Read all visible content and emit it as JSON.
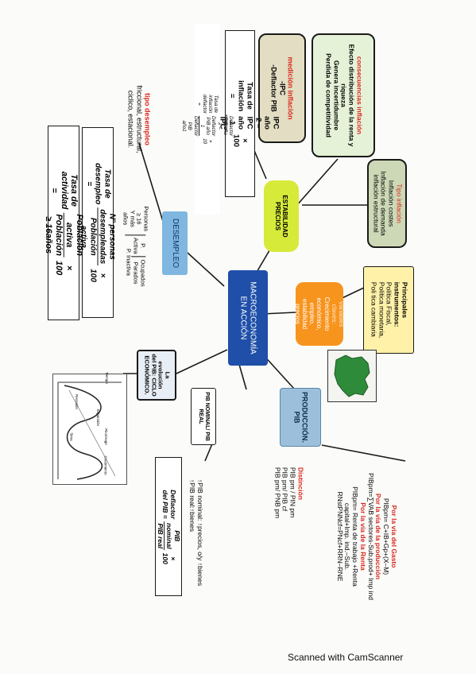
{
  "central": {
    "lines": [
      "MACROECONOMÍA",
      "EN ACCIÓN"
    ]
  },
  "estabilidad": {
    "lines": [
      "ESTABILIDAD",
      "PRECIOS"
    ]
  },
  "desempleo": {
    "title": "DESEMPLEO"
  },
  "produccion": {
    "lines": [
      "PRODUCCIÓN.",
      "PIB"
    ]
  },
  "pib_nominal": {
    "lines": [
      "PIB NOMINAL/ PIB",
      "REAL"
    ]
  },
  "evolucion": {
    "lines": [
      "La",
      "evolución",
      "del PIB: CICLO",
      "ECONÓMICO."
    ]
  },
  "tipo_inflacion": {
    "title": "Tipo inflación",
    "lines": [
      "Inflación costes",
      "Inflación de demanda",
      "inflación estructural"
    ]
  },
  "consecuencias": {
    "title": "consecuencias inflación",
    "lines": [
      "Efecto distribución de la renta y",
      "riqueza",
      "Genera incertidumbre",
      "Perdida de competitividad"
    ]
  },
  "medicion": {
    "title": "medición inflación",
    "lines": [
      "-IPC",
      "-Deflactor PIB"
    ]
  },
  "tasa_inflacion": {
    "lhs": "Tasa de inflación =",
    "num": "IPC año 2 – IPC año 1",
    "den": "IPC año 1",
    "rhs": "× 100"
  },
  "tasa_deflactor": {
    "lhs": "Tasa de inflación deflactor =",
    "num": "Deflactor PIB año 2 – Deflactor PIB año 1",
    "den": "Deflactor PIB año1",
    "rhs": "× 10"
  },
  "tipo_desempleo": {
    "title": "tipo desempleo",
    "lines": [
      "friccional, estructural,",
      "ciclico, estacional."
    ]
  },
  "poblacion": {
    "personas": [
      "Personas ≥ 16",
      "Y más años"
    ],
    "activa": "P. Activa",
    "inactiva": "P. Inactiva",
    "ocupados": "Ocupados",
    "parados": "Parados"
  },
  "tasa_desempleo": {
    "lhs": "Tasa de desempleo =",
    "num": "Nº personas desempleadas",
    "den": "Población activa",
    "rhs": "× 100"
  },
  "tasa_actividad": {
    "lhs": "Tasa de actividad =",
    "num": "Población activa",
    "den": "Población ≥ 16años",
    "rhs": "× 100"
  },
  "principales": {
    "title": [
      "Principales",
      "instrumentos:"
    ],
    "lines": [
      "Política Fiscal,",
      "Política monetaria,",
      "Poli tica cambiaria"
    ]
  },
  "variables": {
    "title": [
      "Variables",
      "claves:"
    ],
    "lines": [
      "Crecimiento",
      "económico,",
      "empleo,",
      "estabilidad",
      "precios"
    ]
  },
  "distincion": {
    "title": "Distinción",
    "lines": [
      "PIB pm / PIN pm",
      "PIB pm/ PIB cf",
      "PIB pm/ PNB pm"
    ]
  },
  "calculo": {
    "gasto_title": "Por la vía del Gasto",
    "gasto_formula": "PIBpm= C+IB+Gp+(X–M)",
    "produccion_title": "Por la vía de la producción",
    "produccion_formula": "PIBpm=∑VAB sectores-Sub.prod+ Imp ind",
    "renta_title": "Por la vía de la Renta",
    "renta_formula_1": "PIBpm= Renta de trabajo +Renta",
    "renta_formula_2": "capital+Imp. ind.–Sub.",
    "renta_formula_3": "RNstPNNcf=PNcf+RRN–RNE"
  },
  "nominal_real": {
    "line1": "↑PIB nominal: ↑precios, o/y ↑bienes",
    "line2": "↑PIB real:↑bienes",
    "defl_lhs": "Deflactor del PIB =",
    "defl_num": "PIB nominal",
    "defl_den": "PIB real",
    "defl_rhs": "× 100"
  },
  "ciclo_chart": {
    "labels": [
      "Expansión",
      "Recesión",
      "Pico/Auge",
      "Sima",
      "Crecimiento",
      "Tiempo"
    ]
  },
  "footer": "Scanned with CamScanner",
  "colors": {
    "central": "#1f4fa8",
    "estabilidad": "#d6ea3a",
    "desempleo": "#7fb7e0",
    "produccion": "#9cc0dc",
    "variables": "#f7941e",
    "tipo_inflacion": "#cdd8b6",
    "consecuencias": "#e6f2d8",
    "medicion": "#e3dec3",
    "principales": "#fff2a8",
    "red": "#d8281c"
  }
}
